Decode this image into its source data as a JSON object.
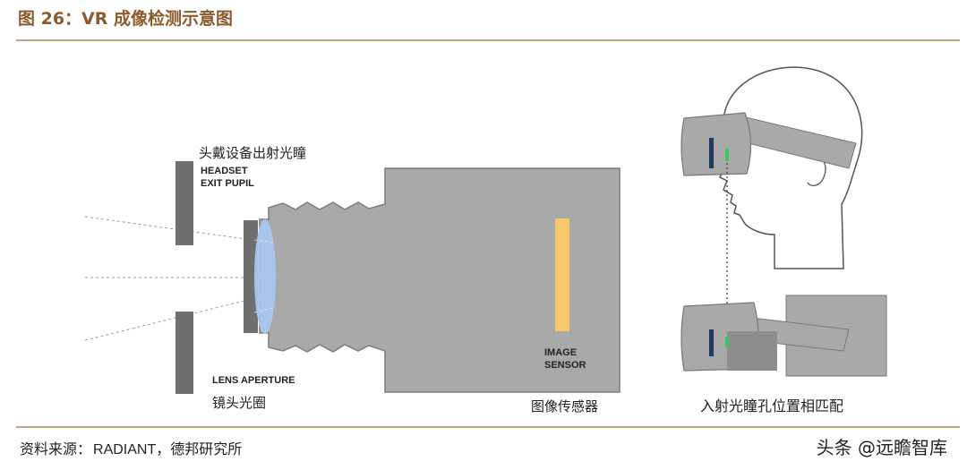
{
  "figure": {
    "title": "图 26：VR 成像检测示意图"
  },
  "diagram": {
    "headset_exit_pupil_cn": "头戴设备出射光瞳",
    "headset_exit_pupil_en_1": "HEADSET",
    "headset_exit_pupil_en_2": "EXIT PUPIL",
    "lens_aperture_en": "LENS APERTURE",
    "lens_aperture_cn": "镜头光圈",
    "image_sensor_en_1": "IMAGE",
    "image_sensor_en_2": "SENSOR",
    "image_sensor_cn": "图像传感器",
    "alignment_cn": "入射光瞳孔位置相匹配"
  },
  "footer": {
    "source_label": "资料来源：",
    "source_value": "RADIANT，德邦研究所",
    "watermark": "头条 @远瞻智库"
  },
  "colors": {
    "title": "#8c5a2b",
    "rule": "#c9a27a",
    "camera_body": "#a9a9a9",
    "sensor": "#f7c96a",
    "lens": "#a9c6ee",
    "plate": "#6f6f6f"
  }
}
